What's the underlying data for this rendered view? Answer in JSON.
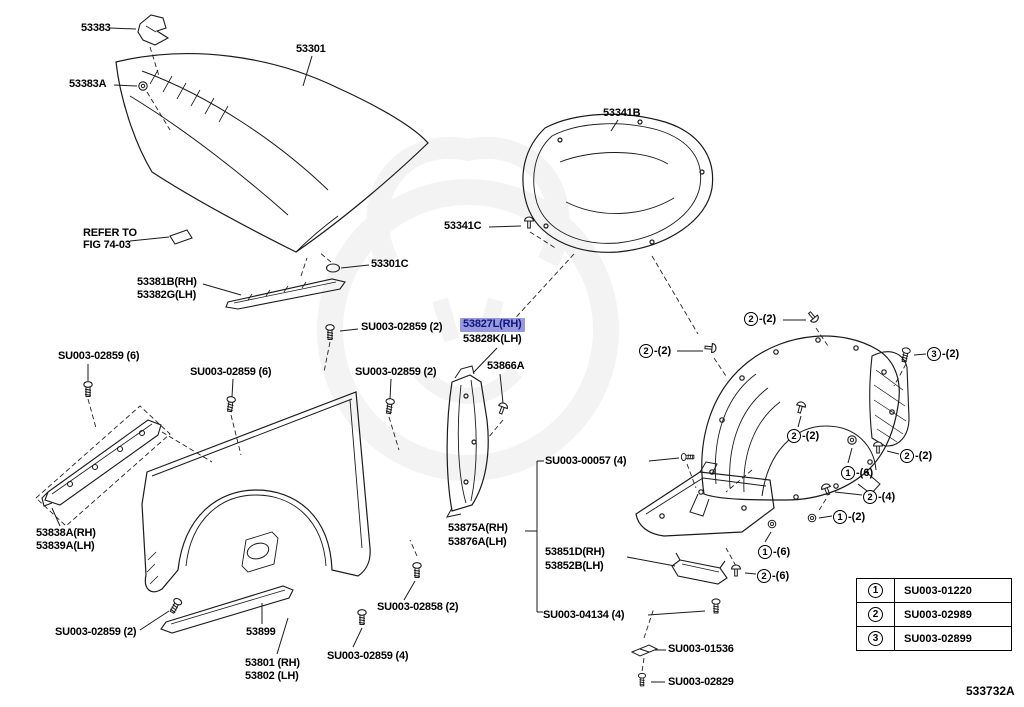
{
  "colors": {
    "highlight_bg": "#989ade",
    "highlight_fg": "#10157d",
    "line": "#1a1a1a",
    "text": "#000000"
  },
  "doc_number": "533732A",
  "labels": [
    {
      "text": "53383"
    },
    {
      "text": "53383A"
    },
    {
      "text": "53301"
    },
    {
      "text": "REFER TO"
    },
    {
      "text": "FIG 74-03"
    },
    {
      "text": "53301C"
    },
    {
      "text": "53381B(RH)"
    },
    {
      "text": "53382G(LH)"
    },
    {
      "text": "53341B"
    },
    {
      "text": "53341C"
    },
    {
      "text": "SU003-02859 (2)"
    },
    {
      "text": "53827L(RH)"
    },
    {
      "text": "53828K(LH)"
    },
    {
      "text": "53866A"
    },
    {
      "text": "SU003-02859 (6)"
    },
    {
      "text": "SU003-02859 (6)"
    },
    {
      "text": "SU003-02859 (2)"
    },
    {
      "text": "SU003-00057 (4)"
    },
    {
      "text": "53838A(RH)"
    },
    {
      "text": "53839A(LH)"
    },
    {
      "text": "SU003-02859 (2)"
    },
    {
      "text": "53899"
    },
    {
      "text": "53801 (RH)"
    },
    {
      "text": "53802 (LH)"
    },
    {
      "text": "SU003-02858 (2)"
    },
    {
      "text": "SU003-02859 (4)"
    },
    {
      "text": "53875A(RH)"
    },
    {
      "text": "53876A(LH)"
    },
    {
      "text": "53851D(RH)"
    },
    {
      "text": "53852B(LH)"
    },
    {
      "text": "SU003-04134 (4)"
    },
    {
      "text": "SU003-01536"
    },
    {
      "text": "SU003-02829"
    }
  ],
  "callouts": [
    {
      "num": "2",
      "qty": "-(2)"
    },
    {
      "num": "2",
      "qty": "-(2)"
    },
    {
      "num": "3",
      "qty": "-(2)"
    },
    {
      "num": "2",
      "qty": "-(2)"
    },
    {
      "num": "2",
      "qty": "-(2)"
    },
    {
      "num": "1",
      "qty": "-(6)"
    },
    {
      "num": "2",
      "qty": "-(4)"
    },
    {
      "num": "1",
      "qty": "-(2)"
    },
    {
      "num": "1",
      "qty": "-(6)"
    },
    {
      "num": "2",
      "qty": "-(6)"
    }
  ],
  "table": {
    "rows": [
      {
        "num": "1",
        "part": "SU003-01220"
      },
      {
        "num": "2",
        "part": "SU003-02989"
      },
      {
        "num": "3",
        "part": "SU003-02899"
      }
    ]
  }
}
